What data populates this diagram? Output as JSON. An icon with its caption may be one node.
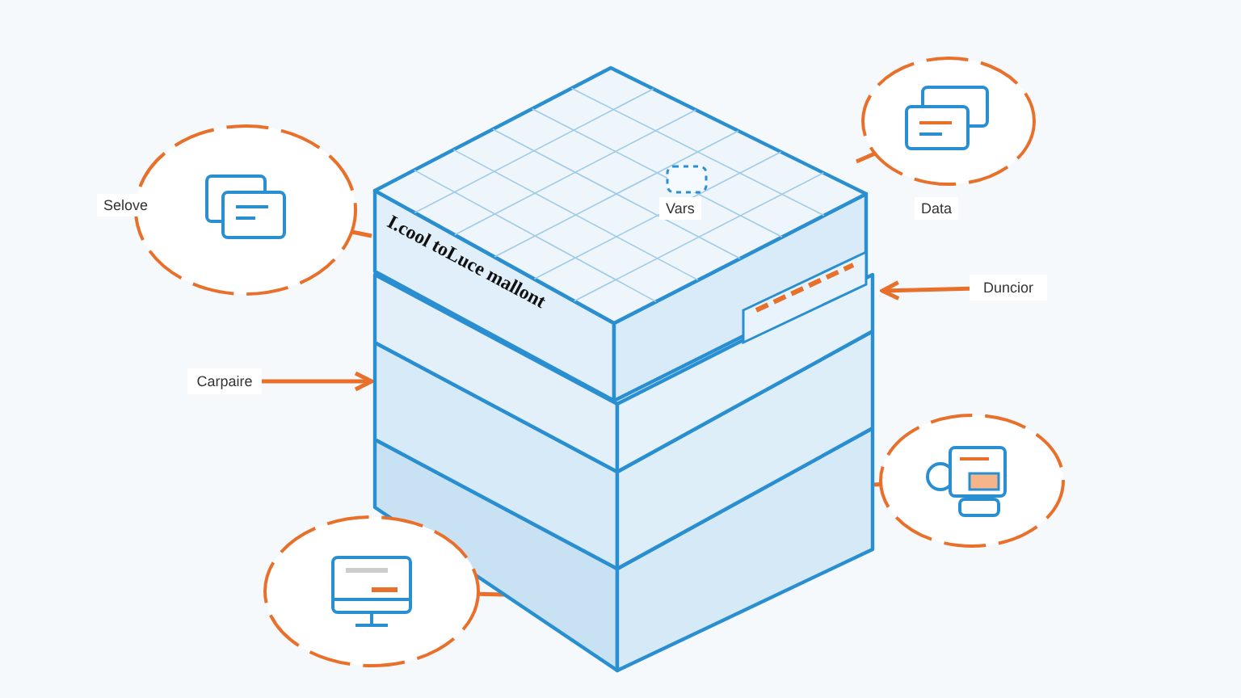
{
  "diagram": {
    "nodes": [
      {
        "text": [
          "I.cool toLuce mallont"
        ]
      },
      {
        "text": [
          "Selove"
        ]
      },
      {
        "text": [
          "Data"
        ]
      },
      {
        "text": [],
        "shape": "circle"
      },
      {
        "text": [],
        "shape": "circle"
      },
      {
        "text": [
          "Carpaire"
        ]
      },
      {
        "text": [
          "Duncior"
        ]
      }
    ],
    "edges": [
      {
        "from": 1,
        "to": 0,
        "arrow": "none"
      },
      {
        "from": 2,
        "to": 0,
        "arrow": "none"
      },
      {
        "from": 3,
        "to": 0,
        "arrow": "none"
      },
      {
        "from": 4,
        "to": 0,
        "arrow": "none"
      },
      {
        "from": 5,
        "to": 0,
        "arrow": "to"
      },
      {
        "from": 6,
        "to": 0,
        "arrow": "to"
      }
    ],
    "labels": [
      "Vars"
    ]
  }
}
